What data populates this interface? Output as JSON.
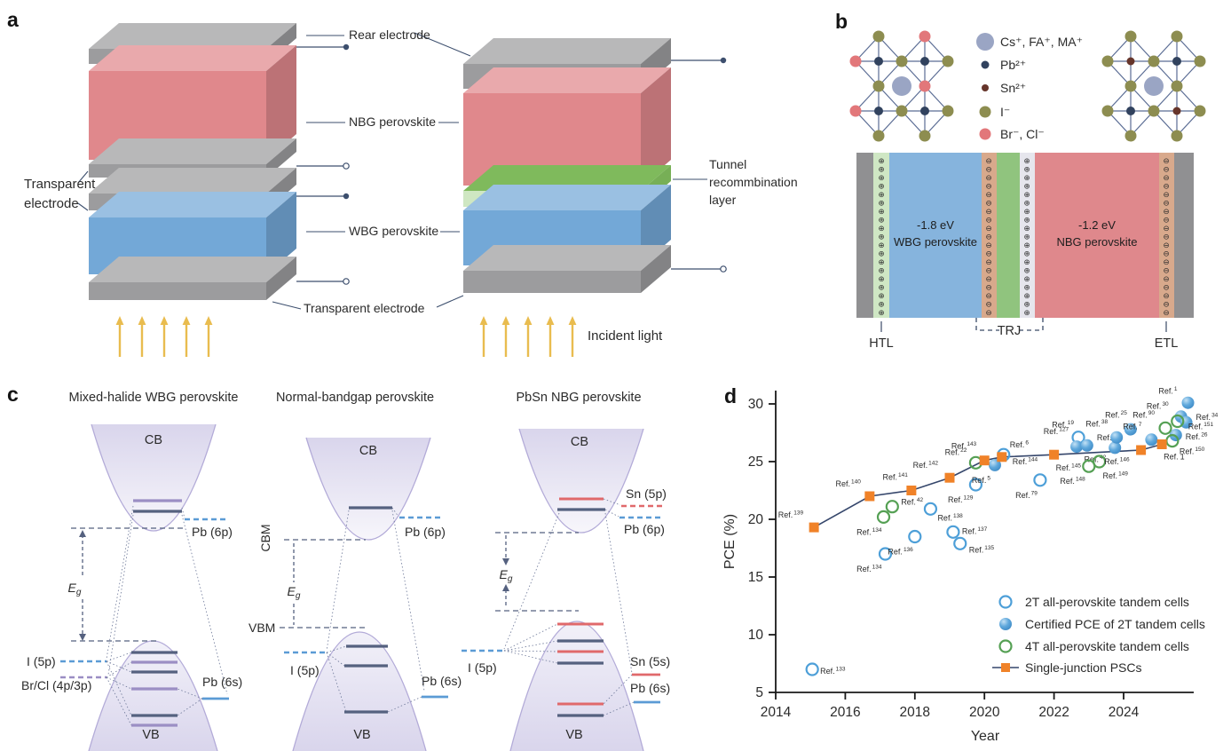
{
  "figure": {
    "panel_a": {
      "panel_letter": "a",
      "labels": {
        "rear_electrode": "Rear electrode",
        "nbg_perovskite": "NBG perovskite",
        "transparent_electrode_line1": "Transparent",
        "transparent_electrode_line2": "electrode",
        "wbg_perovskite": "WBG perovskite",
        "transparent_electrode_bottom": "Transparent electrode",
        "tunnel_line1": "Tunnel",
        "tunnel_line2": "recommbination",
        "tunnel_line3": "layer",
        "incident_light": "Incident light"
      },
      "colors": {
        "electrode": "#9c9c9e",
        "nbg": "#e0888c",
        "wbg": "#73a8d7",
        "tunnel_front": "#cfe7c2",
        "tunnel_top": "#7fba5c",
        "light_arrow": "#e9bc4f",
        "leader": "#3d4f6e"
      }
    },
    "panel_b": {
      "panel_letter": "b",
      "ion_legend": [
        {
          "name": "a-site-cation",
          "label": "Cs⁺, FA⁺, MA⁺",
          "color": "#9aa5c4"
        },
        {
          "name": "pb-cation",
          "label": "Pb²⁺",
          "color": "#31425e"
        },
        {
          "name": "sn-cation",
          "label": "Sn²⁺",
          "color": "#66352b"
        },
        {
          "name": "iodide-anion",
          "label": "I⁻",
          "color": "#8d8d50"
        },
        {
          "name": "br-cl-anion",
          "label": "Br⁻, Cl⁻",
          "color": "#e2777a"
        }
      ],
      "band_diagram": {
        "wbg_ev": "-1.8 eV",
        "wbg_name": "WBG perovskite",
        "nbg_ev": "-1.2 eV",
        "nbg_name": "NBG perovskite",
        "htl": "HTL",
        "trj": "TRJ",
        "etl": "ETL",
        "hole_symbol": "⊕",
        "electron_symbol": "⊖",
        "colors": {
          "electrode": "#909092",
          "htl": "#cfe7c4",
          "wbg": "#86b4dd",
          "etl_strip": "#d8a98c",
          "trj": "#90c47e",
          "light_strip": "#e6e6ed",
          "nbg": "#df888c",
          "symbol": "#3a4a66"
        }
      }
    },
    "panel_c": {
      "panel_letter": "c",
      "level_colors": {
        "navy": "#55617f",
        "purple": "#9b8ec4",
        "red": "#e0696b",
        "blue": "#5b9bd5"
      },
      "diagrams": [
        {
          "title": "Mixed-halide WBG perovskite",
          "cb": "CB",
          "vb": "VB",
          "eg_base": "E",
          "eg_sub": "g",
          "labels": {
            "pb6p": "Pb (6p)",
            "i5p": "I (5p)",
            "brcl": "Br/Cl (4p/3p)",
            "pb6s": "Pb (6s)"
          }
        },
        {
          "title": "Normal-bandgap perovskite",
          "cb": "CB",
          "vb": "VB",
          "cbm": "CBM",
          "vbm": "VBM",
          "eg_base": "E",
          "eg_sub": "g",
          "labels": {
            "pb6p": "Pb (6p)",
            "i5p": "I (5p)",
            "pb6s": "Pb (6s)"
          }
        },
        {
          "title": "PbSn NBG perovskite",
          "cb": "CB",
          "vb": "VB",
          "eg_base": "E",
          "eg_sub": "g",
          "labels": {
            "sn5p": "Sn (5p)",
            "pb6p": "Pb (6p)",
            "i5p": "I (5p)",
            "sn5s": "Sn (5s)",
            "pb6s": "Pb (6s)"
          }
        }
      ]
    },
    "panel_d": {
      "panel_letter": "d"
    }
  },
  "chart_data": {
    "type": "scatter",
    "title": "",
    "xlabel": "Year",
    "ylabel": "PCE (%)",
    "xlim": [
      2014,
      2026
    ],
    "ylim": [
      5,
      31
    ],
    "xticks": [
      2014,
      2016,
      2018,
      2020,
      2022,
      2024
    ],
    "yticks": [
      5,
      10,
      15,
      20,
      25,
      30
    ],
    "grid": false,
    "legend_position": "inside bottom-right",
    "ref_prefix": "Ref.",
    "series": [
      {
        "name": "2T all-perovskite tandem cells",
        "marker": "circle-open",
        "color": "#4d9fd8",
        "points": [
          {
            "x": 2015.05,
            "y": 7.0,
            "ref": "133",
            "lx": 9,
            "ly": 5
          },
          {
            "x": 2017.15,
            "y": 17.0,
            "ref": "134",
            "lx": -4,
            "ly": 20
          },
          {
            "x": 2018.0,
            "y": 18.5,
            "ref": "136",
            "lx": -2,
            "ly": 20
          },
          {
            "x": 2018.45,
            "y": 20.9,
            "ref": "138",
            "lx": 8,
            "ly": 13
          },
          {
            "x": 2019.1,
            "y": 18.9,
            "ref": "137",
            "lx": 10,
            "ly": 2
          },
          {
            "x": 2019.3,
            "y": 17.9,
            "ref": "135",
            "lx": 10,
            "ly": 10
          },
          {
            "x": 2019.75,
            "y": 23.0,
            "ref": "129",
            "lx": -3,
            "ly": 20
          },
          {
            "x": 2020.55,
            "y": 25.6,
            "ref": "144",
            "lx": 10,
            "ly": 11
          },
          {
            "x": 2021.6,
            "y": 23.4,
            "ref": "79",
            "lx": -3,
            "ly": 20
          },
          {
            "x": 2022.7,
            "y": 27.1,
            "ref": "19",
            "lx": -5,
            "ly": -11
          }
        ]
      },
      {
        "name": "Certified PCE of 2T tandem cells",
        "marker": "circle-filled",
        "color": "#4d9fd8",
        "points": [
          {
            "x": 2020.3,
            "y": 24.7,
            "ref": "5",
            "lx": -5,
            "ly": 20
          },
          {
            "x": 2022.65,
            "y": 26.3,
            "ref": "127",
            "lx": -9,
            "ly": -14
          },
          {
            "x": 2022.95,
            "y": 26.4,
            "ref": "11",
            "lx": 11,
            "ly": -6
          },
          {
            "x": 2023.75,
            "y": 26.2,
            "ref": "42",
            "lx": -10,
            "ly": 16
          },
          {
            "x": 2023.8,
            "y": 27.1,
            "ref": "38",
            "lx": -10,
            "ly": -12
          },
          {
            "x": 2024.2,
            "y": 27.8,
            "ref": "25",
            "lx": -4,
            "ly": -13
          },
          {
            "x": 2024.8,
            "y": 26.9,
            "ref": "7",
            "lx": -11,
            "ly": -12
          },
          {
            "x": 2025.5,
            "y": 27.3,
            "ref": "26",
            "lx": 11,
            "ly": 5
          },
          {
            "x": 2025.65,
            "y": 28.9,
            "ref": "30",
            "lx": -14,
            "ly": -9
          },
          {
            "x": 2025.8,
            "y": 28.4,
            "ref": "34",
            "lx": 11,
            "ly": -3
          },
          {
            "x": 2025.85,
            "y": 30.1,
            "ref": "1",
            "lx": -12,
            "ly": -10
          }
        ]
      },
      {
        "name": "4T all-perovskite tandem cells",
        "marker": "circle-open",
        "color": "#55a054",
        "points": [
          {
            "x": 2017.1,
            "y": 20.2,
            "ref": "134",
            "lx": -2,
            "ly": 20
          },
          {
            "x": 2017.35,
            "y": 21.1,
            "ref": "42",
            "lx": 10,
            "ly": -2
          },
          {
            "x": 2019.75,
            "y": 24.9,
            "ref": "22",
            "lx": -10,
            "ly": -9
          },
          {
            "x": 2023.0,
            "y": 24.6,
            "ref": "148",
            "lx": -4,
            "ly": 20
          },
          {
            "x": 2023.3,
            "y": 25.0,
            "ref": "149",
            "lx": 4,
            "ly": 19
          },
          {
            "x": 2025.2,
            "y": 27.9,
            "ref": "90",
            "lx": -12,
            "ly": -12
          },
          {
            "x": 2025.55,
            "y": 28.5,
            "ref": "151",
            "lx": 12,
            "ly": 9
          },
          {
            "x": 2025.4,
            "y": 26.8,
            "ref": "150",
            "lx": 8,
            "ly": 15
          }
        ]
      },
      {
        "name": "Single-junction PSCs",
        "marker": "square-filled",
        "color": "#f08228",
        "line": true,
        "line_color": "#35466b",
        "points": [
          {
            "x": 2015.1,
            "y": 19.3,
            "ref": "139",
            "lx": -12,
            "ly": -11
          },
          {
            "x": 2016.7,
            "y": 22.0,
            "ref": "140",
            "lx": -10,
            "ly": -11
          },
          {
            "x": 2017.9,
            "y": 22.5,
            "ref": "141",
            "lx": -4,
            "ly": -12
          },
          {
            "x": 2019.0,
            "y": 23.6,
            "ref": "142",
            "lx": -13,
            "ly": -11
          },
          {
            "x": 2020.0,
            "y": 25.1,
            "ref": "143",
            "lx": -9,
            "ly": -13
          },
          {
            "x": 2020.5,
            "y": 25.4,
            "ref": "6",
            "lx": 9,
            "ly": -11
          },
          {
            "x": 2022.0,
            "y": 25.6,
            "ref": "145",
            "lx": 2,
            "ly": 18
          },
          {
            "x": 2024.5,
            "y": 26.0,
            "ref": "146",
            "lx": -13,
            "ly": 16
          },
          {
            "x": 2025.1,
            "y": 26.5,
            "ref": "1",
            "lx": 2,
            "ly": 17,
            "plain": true
          }
        ]
      }
    ]
  }
}
